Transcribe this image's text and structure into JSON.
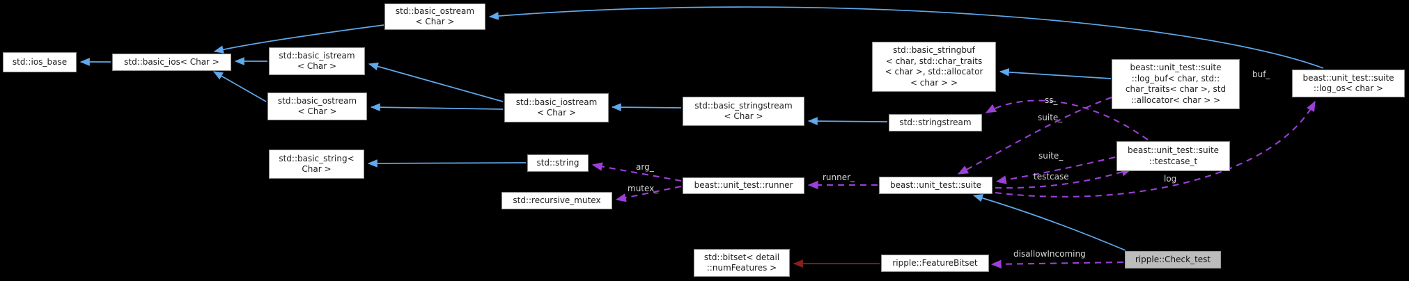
{
  "diagram": {
    "title": "ripple::Check_test collaboration graph",
    "background": "#000000",
    "colors": {
      "inheritance_edge": "#60a9ec",
      "usage_edge": "#9c40d8",
      "template_edge": "#8b1e1e",
      "edge_label_text": "#d6d6d6",
      "node_fill": "#ffffff",
      "node_border": "#8a8a8a",
      "node_text": "#1c1c1c",
      "current_node_fill": "#bcbcbc"
    },
    "nodes": {
      "ios_base": {
        "lines": [
          "std::ios_base"
        ]
      },
      "basic_ios": {
        "lines": [
          "std::basic_ios< Char >"
        ]
      },
      "basic_istream": {
        "lines": [
          "std::basic_istream",
          "< Char >"
        ]
      },
      "basic_ostream_top": {
        "lines": [
          "std::basic_ostream",
          "< Char >"
        ]
      },
      "basic_ostream_bottom": {
        "lines": [
          "std::basic_ostream",
          "< Char >"
        ]
      },
      "basic_iostream": {
        "lines": [
          "std::basic_iostream",
          "< Char >"
        ]
      },
      "basic_stringstream": {
        "lines": [
          "std::basic_stringstream",
          "< Char >"
        ]
      },
      "basic_stringbuf": {
        "lines": [
          "std::basic_stringbuf",
          "< char, std::char_traits",
          "< char >, std::allocator",
          "< char > >"
        ]
      },
      "stringstream": {
        "lines": [
          "std::stringstream"
        ]
      },
      "log_buf": {
        "lines": [
          "beast::unit_test::suite",
          "::log_buf< char, std::",
          "char_traits< char >, std",
          "::allocator< char > >"
        ]
      },
      "log_os": {
        "lines": [
          "beast::unit_test::suite",
          "::log_os< char >"
        ]
      },
      "basic_string": {
        "lines": [
          "std::basic_string<",
          "Char >"
        ]
      },
      "string": {
        "lines": [
          "std::string"
        ]
      },
      "recursive_mutex": {
        "lines": [
          "std::recursive_mutex"
        ]
      },
      "runner": {
        "lines": [
          "beast::unit_test::runner"
        ]
      },
      "suite": {
        "lines": [
          "beast::unit_test::suite"
        ]
      },
      "testcase_t": {
        "lines": [
          "beast::unit_test::suite",
          "::testcase_t"
        ]
      },
      "bitset": {
        "lines": [
          "std::bitset< detail",
          "::numFeatures >"
        ]
      },
      "feature_bitset": {
        "lines": [
          "ripple::FeatureBitset"
        ]
      },
      "check_test": {
        "lines": [
          "ripple::Check_test"
        ]
      }
    },
    "edge_labels": {
      "buf": "buf_",
      "ss": "ss_",
      "suite_upper": "suite_",
      "suite_lower": "suite_",
      "testcase": "testcase",
      "log": "log",
      "runner": "runner_",
      "arg": "arg_",
      "mutex": "mutex_",
      "disallow_incoming": "disallowIncoming"
    }
  }
}
